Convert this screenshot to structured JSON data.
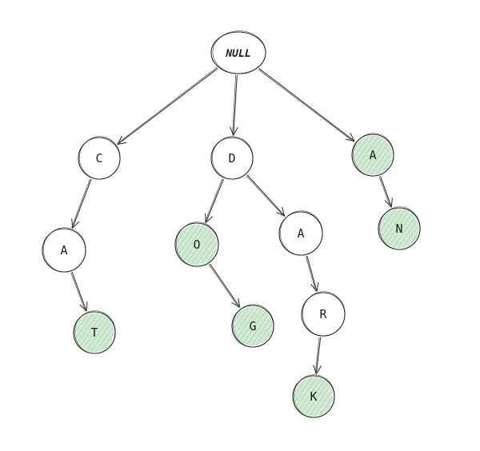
{
  "trie": {
    "root": {
      "label": "NULL"
    },
    "nodes": [
      {
        "id": "c1",
        "label": "C",
        "terminal": false
      },
      {
        "id": "a1",
        "label": "A",
        "terminal": false
      },
      {
        "id": "t1",
        "label": "T",
        "terminal": true
      },
      {
        "id": "d1",
        "label": "D",
        "terminal": false
      },
      {
        "id": "o1",
        "label": "O",
        "terminal": true
      },
      {
        "id": "g1",
        "label": "G",
        "terminal": true
      },
      {
        "id": "a2",
        "label": "A",
        "terminal": false
      },
      {
        "id": "r1",
        "label": "R",
        "terminal": false
      },
      {
        "id": "k1",
        "label": "K",
        "terminal": true
      },
      {
        "id": "a3",
        "label": "A",
        "terminal": true
      },
      {
        "id": "n1",
        "label": "N",
        "terminal": true
      }
    ],
    "edges": [
      {
        "from": "root",
        "to": "c1"
      },
      {
        "from": "root",
        "to": "d1"
      },
      {
        "from": "root",
        "to": "a3"
      },
      {
        "from": "c1",
        "to": "a1"
      },
      {
        "from": "a1",
        "to": "t1"
      },
      {
        "from": "d1",
        "to": "o1"
      },
      {
        "from": "d1",
        "to": "a2"
      },
      {
        "from": "o1",
        "to": "g1"
      },
      {
        "from": "a2",
        "to": "r1"
      },
      {
        "from": "r1",
        "to": "k1"
      },
      {
        "from": "a3",
        "to": "n1"
      }
    ]
  },
  "colors": {
    "terminal_fill": "#d3ebd5",
    "hatch": "#7fbf86",
    "stroke": "#2a2a2a",
    "background": "#ffffff"
  }
}
